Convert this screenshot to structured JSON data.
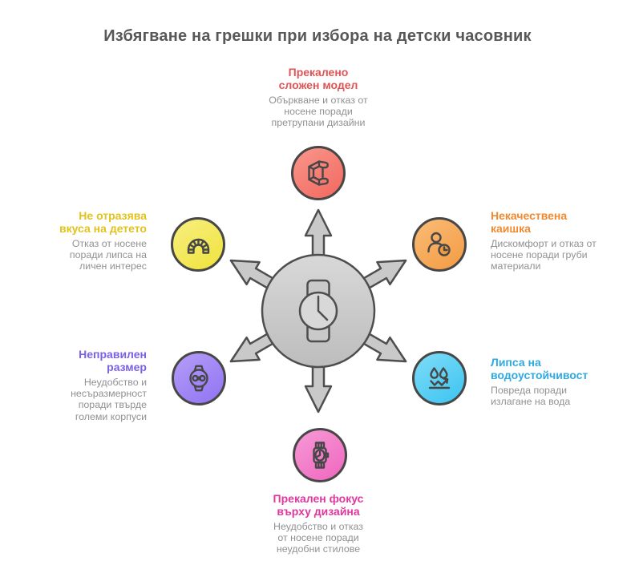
{
  "title": "Избягване на грешки при избора на детски часовник",
  "colors": {
    "title-text": "#57585a",
    "desc-text": "#8f9193",
    "hub-fill": "#c9c9c9",
    "hub-light": "#d8d8d8",
    "hub-dark": "#bdbdbd",
    "hub-stroke": "#4e4e4e",
    "icon-stroke": "#474747"
  },
  "spokes": [
    {
      "id": "complex-model",
      "title": "Прекалено\nсложен модел",
      "desc": "Объркване и отказ от\nносене поради\nпретрупани дизайни",
      "color": "#e25353",
      "circle": "#f2685e",
      "circle_light": "#f9968c"
    },
    {
      "id": "poor-strap",
      "title": "Некачествена\nкаишка",
      "desc": "Дискомфорт и отказ от\nносене поради груби\nматериали",
      "color": "#ee8a2f",
      "circle": "#f49b42",
      "circle_light": "#f9bc77"
    },
    {
      "id": "no-water-resistance",
      "title": "Липса на\nводоустойчивост",
      "desc": "Повреда поради\nизлагане на вода",
      "color": "#2fa9e1",
      "circle": "#3cc4f0",
      "circle_light": "#7fdcf8"
    },
    {
      "id": "design-over-comfort",
      "title": "Прекален фокус\nвърху дизайна",
      "desc": "Неудобство и отказ\nот носене поради\nнеудобни стилове",
      "color": "#e0379e",
      "circle": "#ef66bf",
      "circle_light": "#f79ad6"
    },
    {
      "id": "wrong-size",
      "title": "Неправилен\nразмер",
      "desc": "Неудобство и\nнесъразмерност\nпоради твърде\nголеми корпуси",
      "color": "#7a60e8",
      "circle": "#8f74f2",
      "circle_light": "#b59df8"
    },
    {
      "id": "not-childs-taste",
      "title": "Не отразява\nвкуса на детето",
      "desc": "Отказ от носене\nпоради липса на\nличен интерес",
      "color": "#e3c21d",
      "circle": "#f0e33b",
      "circle_light": "#f7ee80"
    }
  ]
}
